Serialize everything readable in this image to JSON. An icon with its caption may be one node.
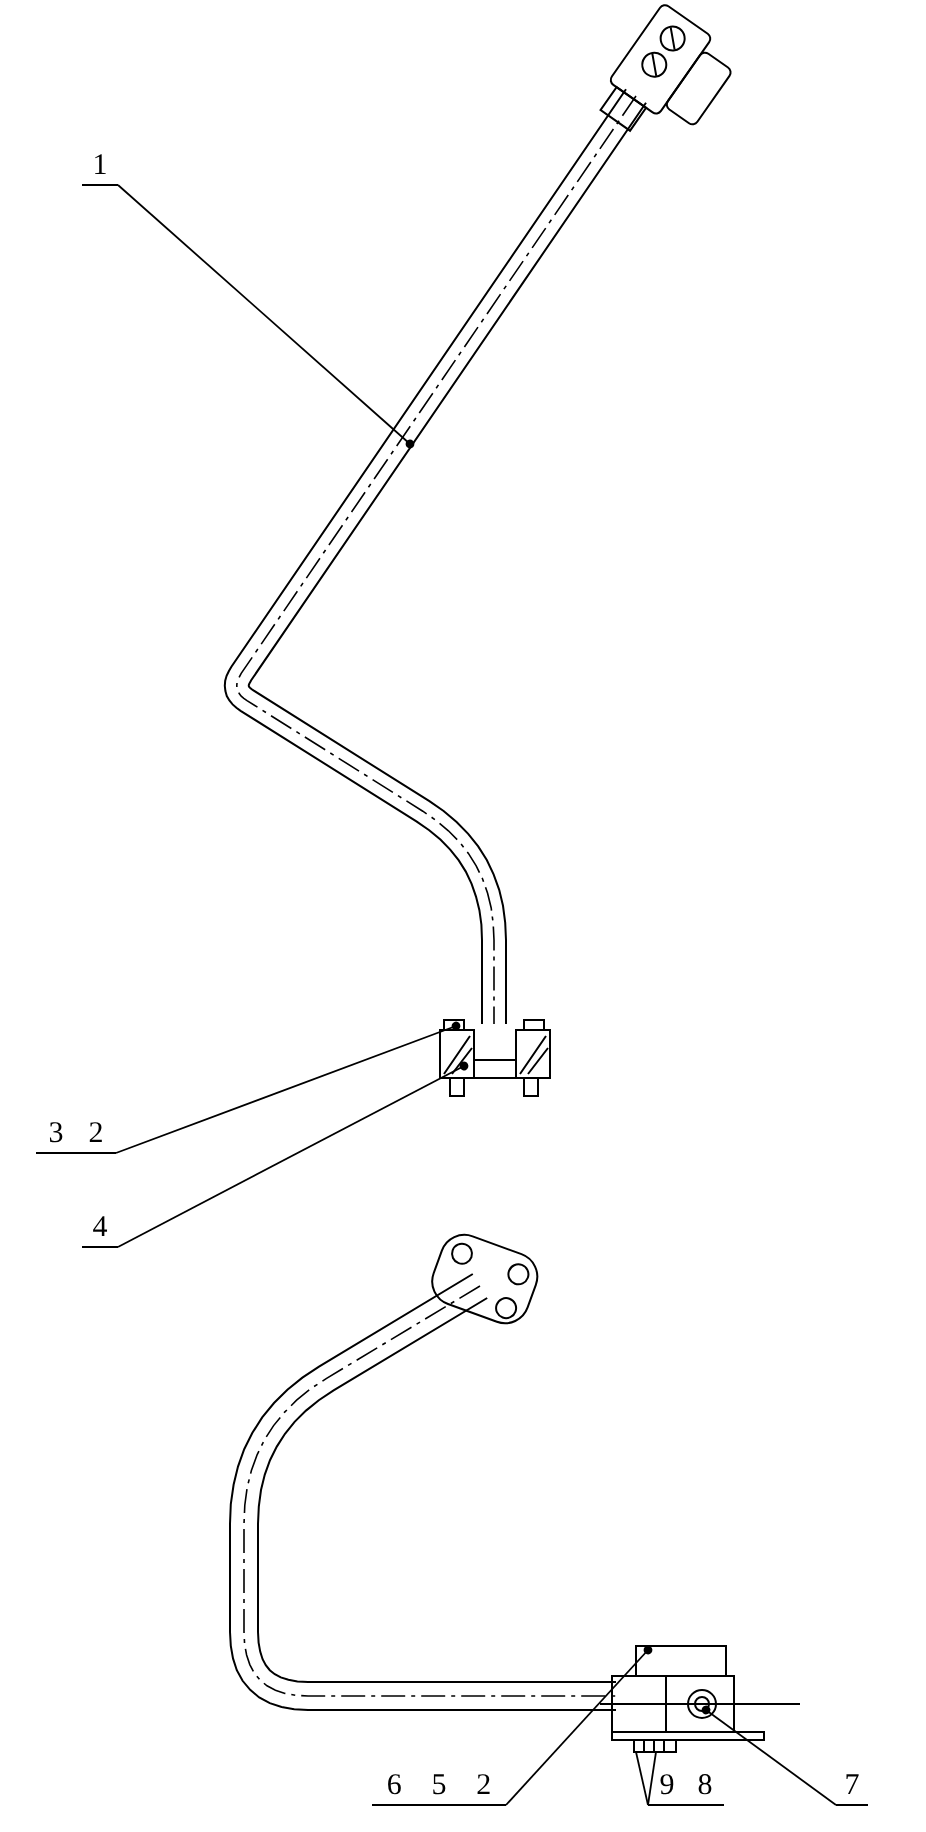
{
  "diagram": {
    "nodes": [
      {
        "text": [
          "1"
        ]
      },
      {
        "text": [
          "3",
          "2"
        ]
      },
      {
        "text": [
          "4"
        ]
      },
      {
        "text": [
          "6",
          "5",
          "2"
        ]
      },
      {
        "text": [
          "9",
          "8"
        ]
      },
      {
        "text": [
          "7"
        ]
      }
    ],
    "edges": [
      {
        "from": 0,
        "to": null,
        "arrow": "other"
      },
      {
        "from": 1,
        "to": null,
        "arrow": "other"
      },
      {
        "from": 2,
        "to": null,
        "arrow": "other"
      },
      {
        "from": 3,
        "to": null,
        "arrow": "other"
      },
      {
        "from": 4,
        "to": null,
        "arrow": "none"
      },
      {
        "from": 4,
        "to": null,
        "arrow": "none"
      },
      {
        "from": 5,
        "to": null,
        "arrow": "other"
      }
    ]
  }
}
